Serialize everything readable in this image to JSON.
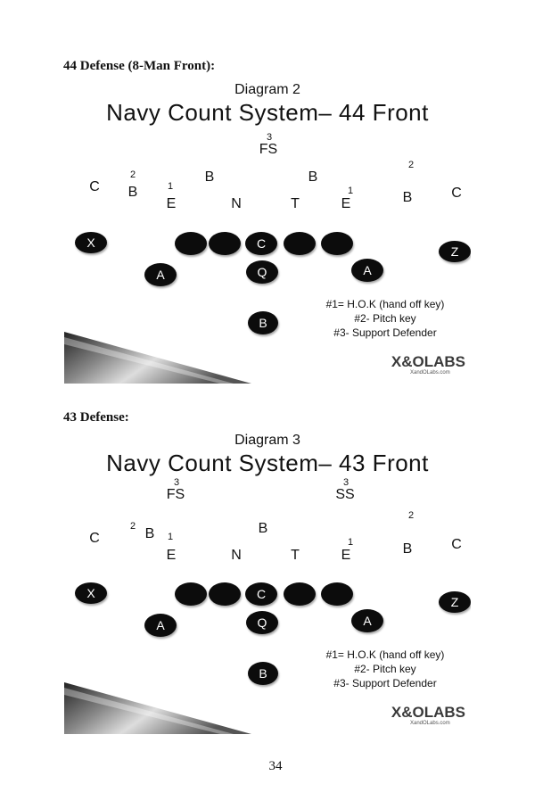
{
  "page": {
    "heading_44": "44 Defense (8-Man Front):",
    "heading_43": "43 Defense:",
    "page_number": "34"
  },
  "diagram44": {
    "subtitle": "Diagram 2",
    "title": "Navy Count System– 44 Front",
    "defenders": {
      "fs": "FS",
      "fs_num": "3",
      "c_left": "C",
      "b_left": "B",
      "b_left_num": "2",
      "e_left": "E",
      "e_left_num": "1",
      "b_mid_left": "B",
      "n": "N",
      "t": "T",
      "b_mid_right": "B",
      "e_right": "E",
      "e_right_num": "1",
      "b_right": "B",
      "b_right_num": "2",
      "c_right": "C"
    },
    "offense": {
      "x": "X",
      "c": "C",
      "a_left": "A",
      "q": "Q",
      "a_right": "A",
      "z": "Z",
      "b": "B"
    },
    "key": {
      "line1": "#1= H.O.K (hand off key)",
      "line2": "#2- Pitch key",
      "line3": "#3- Support Defender"
    },
    "logo": {
      "text": "X&OLABS",
      "sub": "XandOLabs.com"
    }
  },
  "diagram43": {
    "subtitle": "Diagram 3",
    "title": "Navy Count System– 43 Front",
    "defenders": {
      "fs": "FS",
      "fs_num": "3",
      "ss": "SS",
      "ss_num": "3",
      "c_left": "C",
      "b_left": "B",
      "b_left_num": "2",
      "e_left": "E",
      "e_left_num": "1",
      "b_mid": "B",
      "n": "N",
      "t": "T",
      "e_right": "E",
      "e_right_num": "1",
      "b_right": "B",
      "b_right_num": "2",
      "c_right": "C"
    },
    "offense": {
      "x": "X",
      "c": "C",
      "a_left": "A",
      "q": "Q",
      "a_right": "A",
      "z": "Z",
      "b": "B"
    },
    "key": {
      "line1": "#1= H.O.K (hand off key)",
      "line2": "#2- Pitch key",
      "line3": "#3- Support Defender"
    },
    "logo": {
      "text": "X&OLABS",
      "sub": "XandOLabs.com"
    }
  }
}
